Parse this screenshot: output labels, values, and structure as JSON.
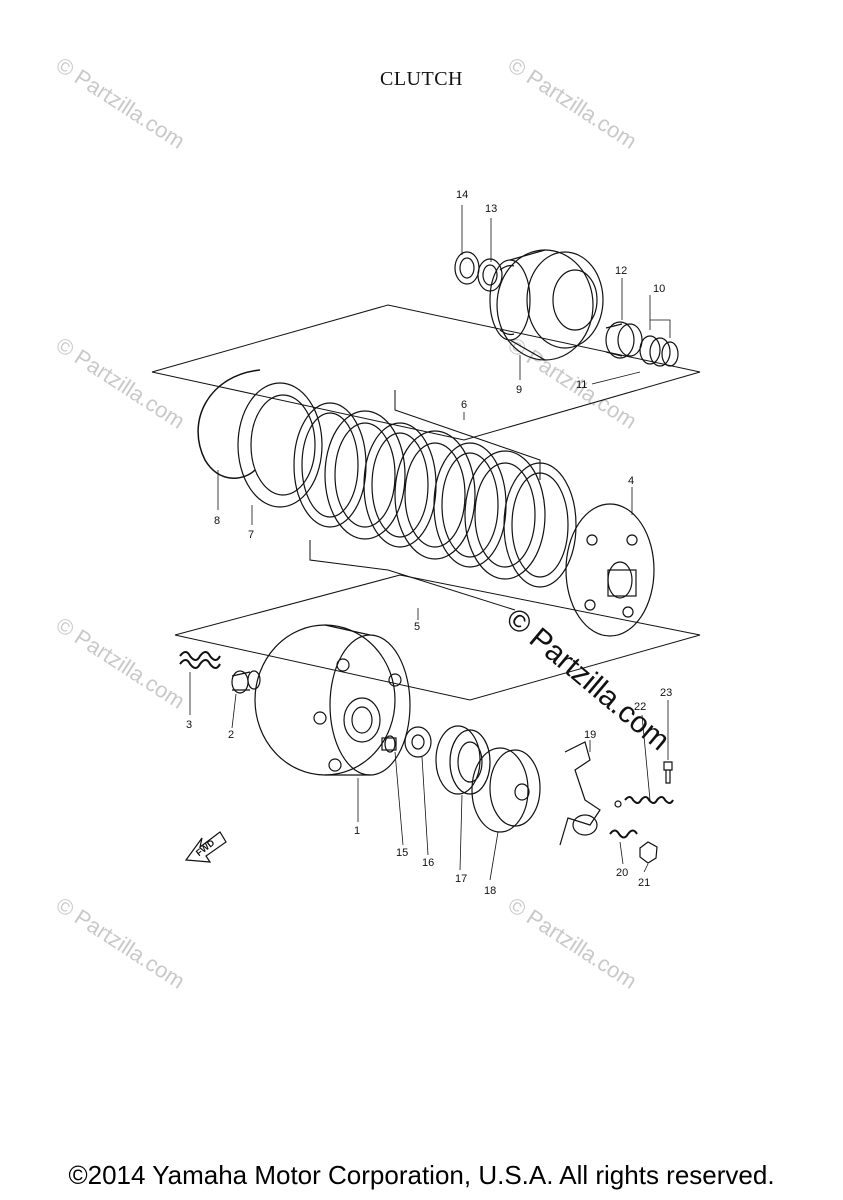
{
  "title": "CLUTCH",
  "copyright": "©2014 Yamaha Motor Corporation, U.S.A. All rights reserved.",
  "watermark": "© Partzilla.com",
  "watermark_main": "© Partzilla.com",
  "fwd_label": "FWD",
  "callouts": {
    "p1": "1",
    "p2": "2",
    "p3": "3",
    "p4": "4",
    "p5": "5",
    "p6": "6",
    "p7": "7",
    "p8": "8",
    "p9": "9",
    "p10": "10",
    "p11": "11",
    "p12": "12",
    "p13": "13",
    "p14": "14",
    "p15": "15",
    "p16": "16",
    "p17": "17",
    "p18": "18",
    "p19": "19",
    "p20": "20",
    "p21": "21",
    "p22": "22",
    "p23": "23"
  }
}
